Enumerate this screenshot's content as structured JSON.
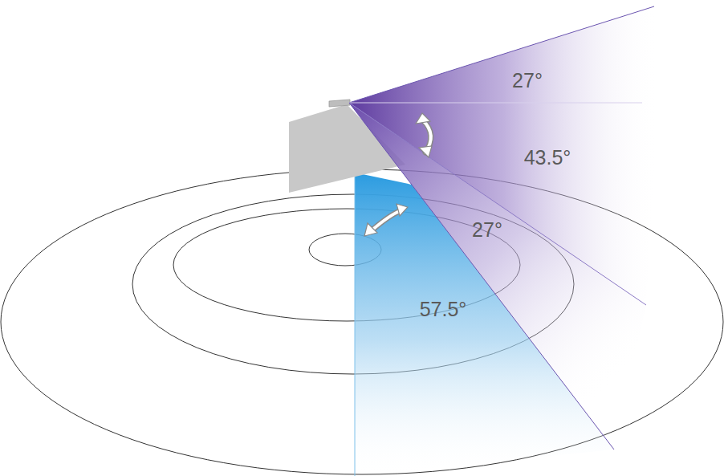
{
  "diagram": {
    "labels": [
      "27°",
      "43.5°",
      "27°",
      "57.5°"
    ]
  }
}
